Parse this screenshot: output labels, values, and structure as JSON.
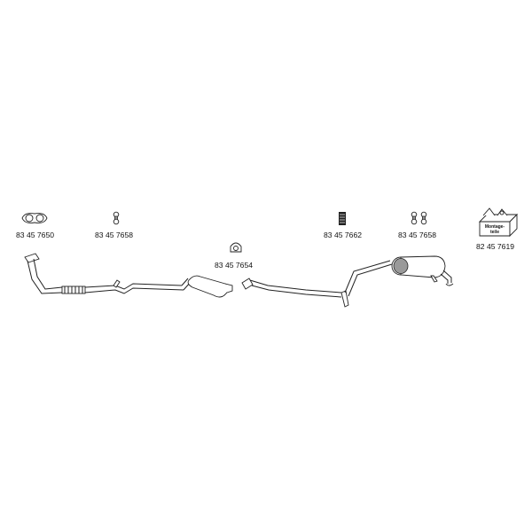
{
  "parts": [
    {
      "id": "flange-gasket",
      "number": "83 45 7650"
    },
    {
      "id": "rubber-hanger-front",
      "number": "83 45 7658"
    },
    {
      "id": "gasket-middle",
      "number": "83 45 7654"
    },
    {
      "id": "spring-clamp",
      "number": "83 45 7662"
    },
    {
      "id": "rubber-hanger-rear",
      "number": "83 45 7658"
    },
    {
      "id": "mounting-kit",
      "number": "82 45 7619"
    }
  ],
  "kit_box_text": [
    "Montage-",
    "teile"
  ]
}
